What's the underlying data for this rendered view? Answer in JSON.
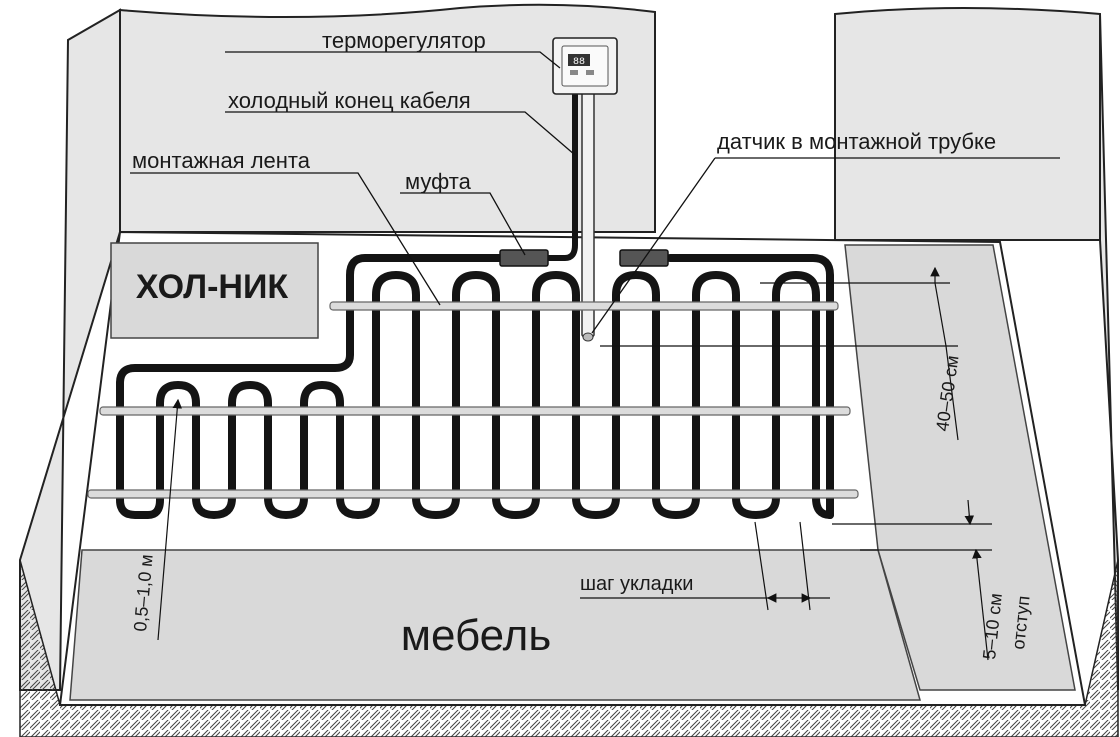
{
  "labels": {
    "thermostat": "терморегулятор",
    "cold_end": "холодный конец кабеля",
    "mounting_tape": "монтажная лента",
    "coupling": "муфта",
    "sensor": "датчик в монтажной трубке",
    "fridge": "ХОЛ-НИК",
    "furniture": "мебель",
    "pitch": "шаг укладки",
    "row_spacing": "40–50 см",
    "edge_gap": "0,5–1,0 м",
    "offset_value": "5–10 см",
    "offset_word": "отступ"
  },
  "thermostat_display": "88",
  "colors": {
    "wall": "#e6e6e6",
    "floor": "#ffffff",
    "zone": "#d9d9d9",
    "cable": "#141414",
    "tape": "#dcdcdc",
    "outline": "#222222"
  }
}
